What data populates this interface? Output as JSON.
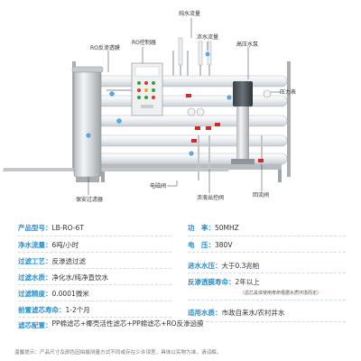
{
  "callouts": {
    "water_flow": "纯水流量",
    "concentrate_flow": "浓水流量",
    "ro_membrane_shell": "RO反渗透膜",
    "ro_controller": "RO控制器",
    "high_pressure_pump": "高压水泵",
    "pressure_gauge": "压力表",
    "solenoid_valve": "电磁阀",
    "concentrate_control_valve": "浓液出控阀",
    "return_valve": "回流阀",
    "security_filter": "保安过滤器"
  },
  "specs_left": [
    {
      "label": "产品型号：",
      "value": "LB-RO-6T"
    },
    {
      "label": "净水流量：",
      "value": "6吨/小时"
    },
    {
      "label": "过滤工艺：",
      "value": "反渗透过滤"
    },
    {
      "label": "过滤水质：",
      "value": "净化水/纯净直饮水"
    },
    {
      "label": "过滤精度：",
      "value": "0.0001微米"
    },
    {
      "label": "前置滤芯寿命：",
      "value": "1-2个月"
    },
    {
      "label": "滤芯配置：",
      "value": "PP棉滤芯+椰壳活性滤芯+PP棉滤芯+RO反渗透膜"
    }
  ],
  "specs_right": [
    {
      "label": "功　率：",
      "value": "50MHZ"
    },
    {
      "label": "电　压：",
      "value": "380V"
    },
    {
      "label": "进水水压：",
      "value": "大于0.3兆帕"
    },
    {
      "label": "反渗透膜寿命：",
      "value": "2年以上"
    },
    {
      "label": "适用水质：",
      "value": "市政自来水/农村井水"
    }
  ],
  "membrane_footnote": "（滤芯具体使用寿命根据水质环境而定）",
  "bottom_note": "温馨提示：产品尺寸及颜色因拍摄测量方式不同或存在少许误差，具体以实物为准，请谅解。"
}
